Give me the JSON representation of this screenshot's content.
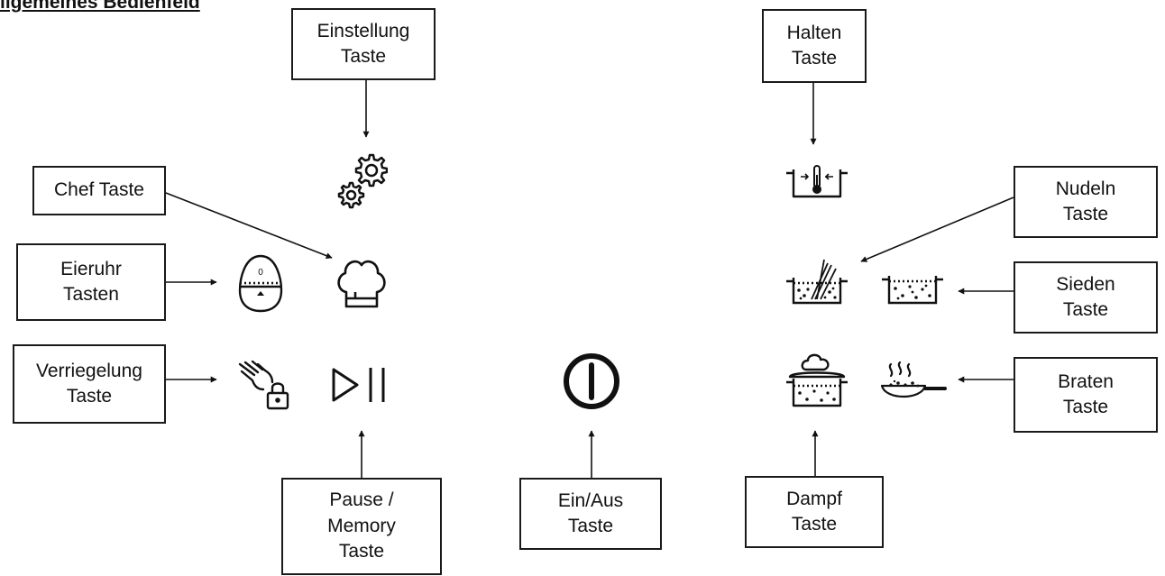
{
  "heading": "llgemeines Bedienfeld",
  "labels": {
    "einstellung": "Einstellung\nTaste",
    "halten": "Halten\nTaste",
    "chef": "Chef Taste",
    "nudeln": "Nudeln\nTaste",
    "eieruhr": "Eieruhr\nTasten",
    "sieden": "Sieden\nTaste",
    "verriegelung": "Verriegelung\nTaste",
    "braten": "Braten\nTaste",
    "pause": "Pause /\nMemory\nTaste",
    "einaus": "Ein/Aus\nTaste",
    "dampf": "Dampf\nTaste"
  },
  "timer_digit": "0",
  "icons": {
    "settings": "gears-icon",
    "chef": "chef-hat-icon",
    "eieruhr": "egg-timer-icon",
    "lock": "hand-lock-icon",
    "pause": "play-pause-icon",
    "power": "power-icon",
    "keep_warm": "pot-thermometer-icon",
    "pasta": "pot-pasta-icon",
    "simmer": "pot-simmer-icon",
    "steam": "pot-steam-icon",
    "fry": "frying-pan-icon"
  }
}
